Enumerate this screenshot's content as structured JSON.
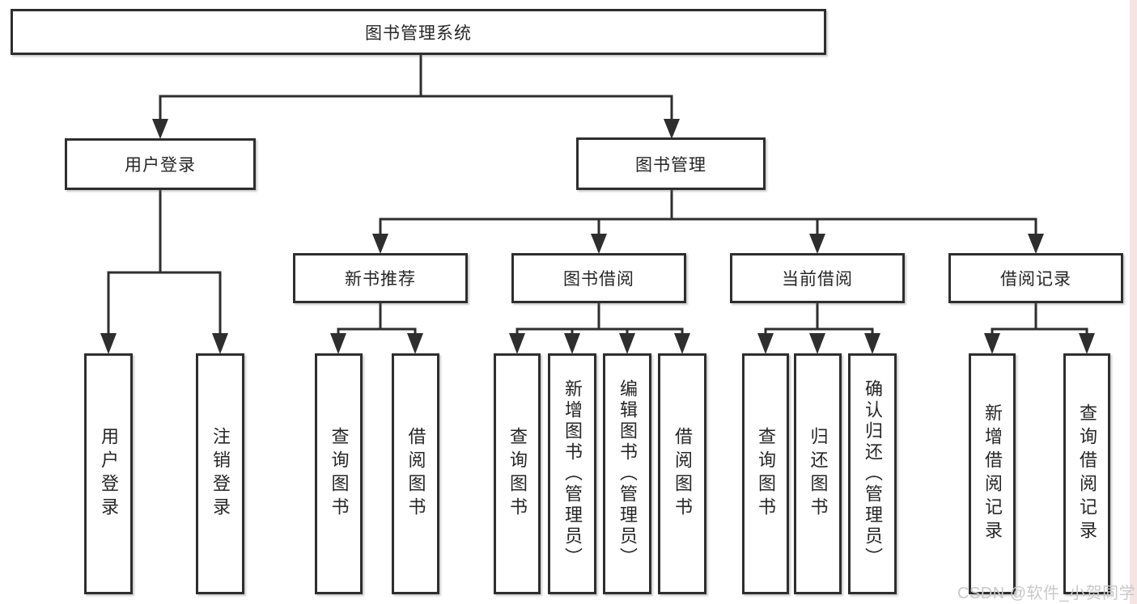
{
  "diagram": {
    "root": {
      "label": "图书管理系统"
    },
    "branches": [
      {
        "label": "用户登录",
        "children": [
          {
            "label": "用户登录"
          },
          {
            "label": "注销登录"
          }
        ]
      },
      {
        "label": "图书管理",
        "children": [
          {
            "label": "新书推荐",
            "children": [
              {
                "label": "查询图书"
              },
              {
                "label": "借阅图书"
              }
            ]
          },
          {
            "label": "图书借阅",
            "children": [
              {
                "label": "查询图书"
              },
              {
                "label": "新增图书（管理员）"
              },
              {
                "label": "编辑图书（管理员）"
              },
              {
                "label": "借阅图书"
              }
            ]
          },
          {
            "label": "当前借阅",
            "children": [
              {
                "label": "查询图书"
              },
              {
                "label": "归还图书"
              },
              {
                "label": "确认归还（管理员）"
              }
            ]
          },
          {
            "label": "借阅记录",
            "children": [
              {
                "label": "新增借阅记录"
              },
              {
                "label": "查询借阅记录"
              }
            ]
          }
        ]
      }
    ]
  },
  "watermark": {
    "text": "CSDN @软件_小贺同学"
  },
  "colors": {
    "background": "#ffffff",
    "line": "#2e2e2e",
    "box_border": "#2e2e2e",
    "text": "#262626",
    "watermark_text": "#c9c9c9",
    "right_edge_strip": "#f5e4e4"
  }
}
